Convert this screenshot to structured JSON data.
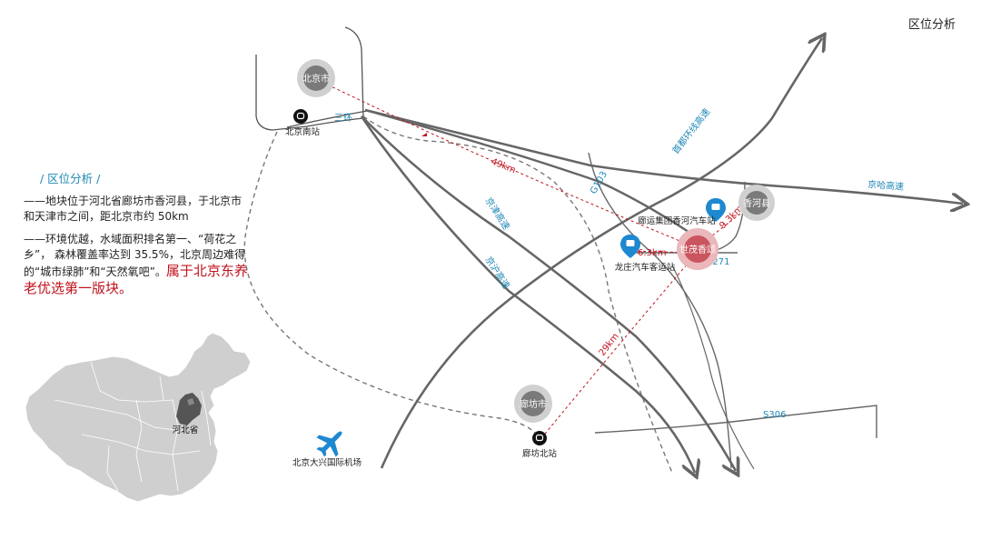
{
  "title": "区位分析",
  "info": {
    "heading": "/ 区位分析 /",
    "para1": "——地块位于河北省廊坊市香河县，于北京市和天津市之间，距北京市约 50km",
    "para2": "——环境优越，水域面积排名第一、“荷花之乡”， 森林覆盖率达到 35.5%，北京周边难得的“城市绿肺”和“天然氧吧”。",
    "para2_highlight": "属于北京东养老优选第一版块。"
  },
  "cities": {
    "beijing": "北京市",
    "langfang": "廊坊市",
    "xianghe": "香河县",
    "project": "世茂香颂"
  },
  "stations": {
    "beijing_south": "北京南站",
    "langfang_north": "廊坊北站",
    "daxing_airport": "北京大兴国际机场",
    "xianghe_bus": "廊运集团香河汽车站",
    "longzhuang_bus": "龙庄汽车客运站"
  },
  "roads": {
    "ring3": "三环",
    "capital_ring": "首都环线高速",
    "jingha": "京哈高速",
    "jingjin": "京津高速",
    "jinghu": "京沪高速",
    "g103": "G103",
    "s271": "S271",
    "s306": "S306"
  },
  "distances": {
    "to_beijing": "49km",
    "to_langfang": "29km",
    "to_longzhuang": "6.3km",
    "to_xianghe": "9.3km"
  },
  "china_map": {
    "highlight_label": "河北省"
  },
  "colors": {
    "accent_blue": "#1e88b5",
    "red": "#c0131d",
    "road_gray": "#666666"
  }
}
